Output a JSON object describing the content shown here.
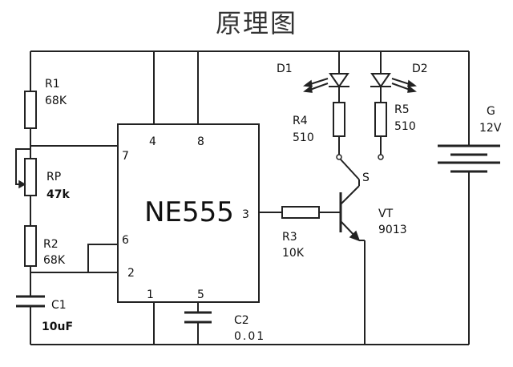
{
  "title": "原理图",
  "ic": {
    "name": "NE555",
    "pins": {
      "p1": "1",
      "p2": "2",
      "p3": "3",
      "p4": "4",
      "p5": "5",
      "p6": "6",
      "p7": "7",
      "p8": "8"
    }
  },
  "components": {
    "r1": {
      "ref": "R1",
      "value": "68K"
    },
    "rp": {
      "ref": "RP",
      "value": "47k"
    },
    "r2": {
      "ref": "R2",
      "value": "68K"
    },
    "c1": {
      "ref": "C1",
      "value": "10uF"
    },
    "c2": {
      "ref": "C2",
      "value": "0.01"
    },
    "r3": {
      "ref": "R3",
      "value": "10K"
    },
    "vt": {
      "ref": "VT",
      "value": "9013"
    },
    "d1": {
      "ref": "D1"
    },
    "d2": {
      "ref": "D2"
    },
    "r4": {
      "ref": "R4",
      "value": "510"
    },
    "r5": {
      "ref": "R5",
      "value": "510"
    },
    "s": {
      "ref": "S"
    },
    "g": {
      "ref": "G",
      "value": "12V"
    }
  }
}
